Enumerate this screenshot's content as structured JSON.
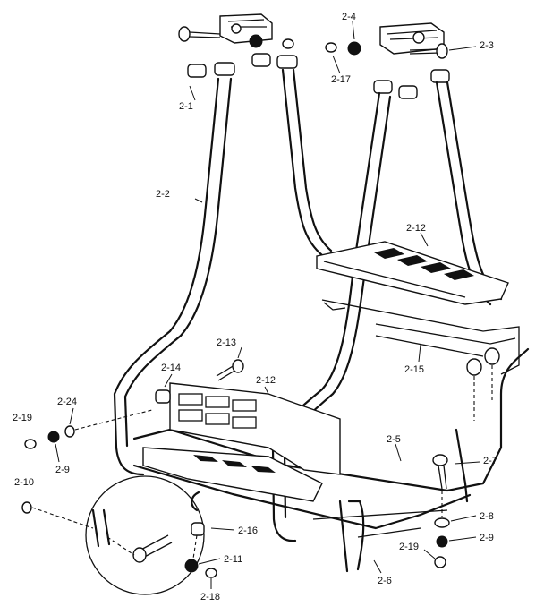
{
  "labels": {
    "p2_1": "2-1",
    "p2_2": "2-2",
    "p2_3": "2-3",
    "p2_4": "2-4",
    "p2_17": "2-17",
    "p2_12_top": "2-12",
    "p2_12_front": "2-12",
    "p2_13": "2-13",
    "p2_14": "2-14",
    "p2_15": "2-15",
    "p2_24": "2-24",
    "p2_19_left": "2-19",
    "p2_9_left": "2-9",
    "p2_10": "2-10",
    "p2_5": "2-5",
    "p2_7": "2-7",
    "p2_16": "2-16",
    "p2_11": "2-11",
    "p2_18": "2-18",
    "p2_8": "2-8",
    "p2_9_right": "2-9",
    "p2_19_right": "2-19",
    "p2_6": "2-6"
  }
}
